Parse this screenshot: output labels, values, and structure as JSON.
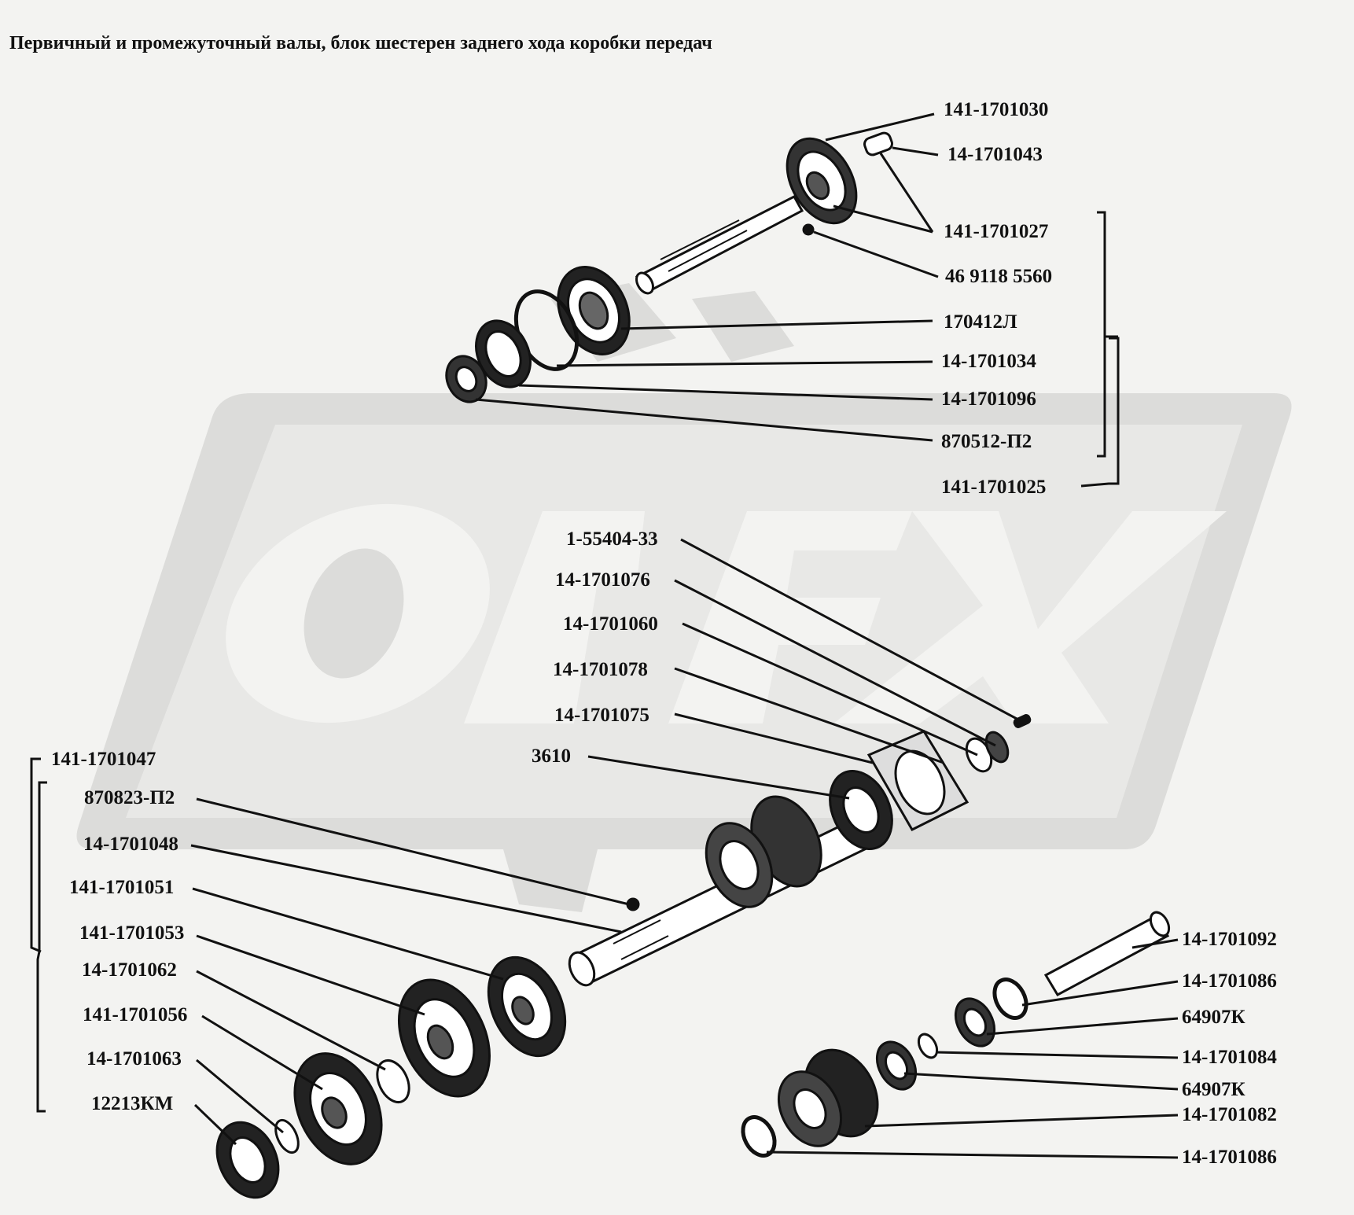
{
  "title": "Первичный и промежуточный валы, блок шестерен заднего хода коробки передач",
  "watermark": {
    "text": "OREX",
    "color": "#dcdcda"
  },
  "colors": {
    "ink": "#111111",
    "background": "#f3f3f1",
    "watermark": "#dcdcda"
  },
  "labels": {
    "l1": "141-1701030",
    "l2": "14-1701043",
    "l3": "141-1701027",
    "l4": "46 9118 5560",
    "l5": "170412Л",
    "l6": "14-1701034",
    "l7": "14-1701096",
    "l8": "870512-П2",
    "l9": "141-1701025",
    "l10": "1-55404-33",
    "l11": "14-1701076",
    "l12": "14-1701060",
    "l13": "14-1701078",
    "l14": "14-1701075",
    "l15": "3610",
    "l16": "141-1701047",
    "l17": "870823-П2",
    "l18": "14-1701048",
    "l19": "141-1701051",
    "l20": "141-1701053",
    "l21": "14-1701062",
    "l22": "141-1701056",
    "l23": "14-1701063",
    "l24": "12213КМ",
    "l25": "14-1701092",
    "l26": "14-1701086",
    "l27": "64907К",
    "l28": "14-1701084",
    "l29": "64907К",
    "l30": "14-1701082",
    "l31": "14-1701086"
  }
}
